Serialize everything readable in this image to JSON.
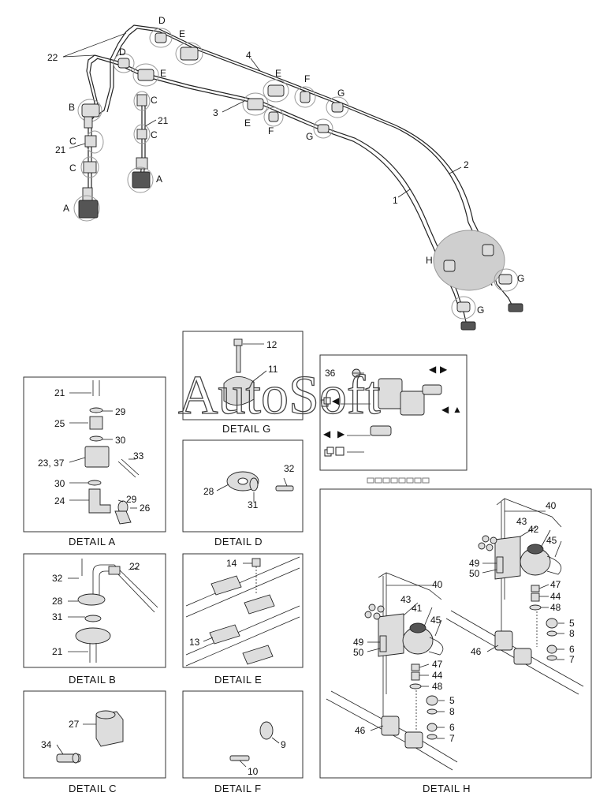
{
  "watermark": "AutoSoft",
  "overview": {
    "callouts": [
      "22",
      "D",
      "E",
      "D",
      "E",
      "4",
      "E",
      "F",
      "G",
      "3",
      "E",
      "F",
      "G",
      "B",
      "C",
      "21",
      "C",
      "21",
      "C",
      "C",
      "A",
      "A",
      "2",
      "1",
      "H",
      "G",
      "G"
    ]
  },
  "detail_a": {
    "label": "DETAIL  A",
    "callouts": [
      "21",
      "29",
      "25",
      "30",
      "23, 37",
      "33",
      "30",
      "24",
      "29",
      "26"
    ]
  },
  "detail_b": {
    "label": "DETAIL  B",
    "callouts": [
      "32",
      "22",
      "28",
      "31",
      "21"
    ]
  },
  "detail_c": {
    "label": "DETAIL  C",
    "callouts": [
      "27",
      "34"
    ]
  },
  "detail_d": {
    "label": "DETAIL  D",
    "callouts": [
      "32",
      "28",
      "31"
    ]
  },
  "detail_e": {
    "label": "DETAIL  E",
    "callouts": [
      "14",
      "13"
    ]
  },
  "detail_f": {
    "label": "DETAIL  F",
    "callouts": [
      "9",
      "10"
    ]
  },
  "detail_g": {
    "label": "DETAIL  G",
    "callouts": [
      "12",
      "11"
    ]
  },
  "legend_panel": {
    "callouts": [
      "36"
    ]
  },
  "detail_h": {
    "label": "DETAIL  H",
    "callouts": [
      "40",
      "43",
      "42",
      "45",
      "49",
      "50",
      "47",
      "44",
      "48",
      "5",
      "8",
      "6",
      "7",
      "46",
      "40",
      "43",
      "41",
      "45",
      "49",
      "50",
      "47",
      "44",
      "48",
      "5",
      "8",
      "6",
      "7",
      "46"
    ]
  }
}
